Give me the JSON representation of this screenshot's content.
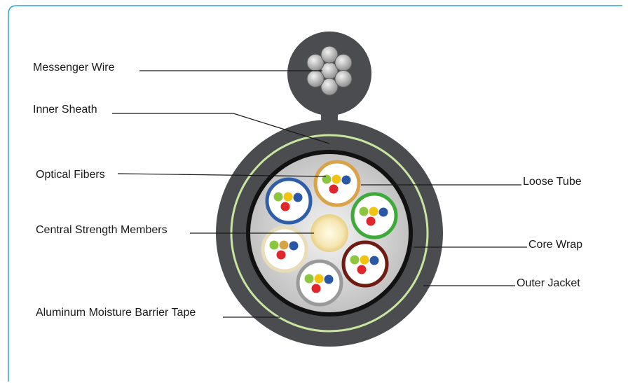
{
  "labels": {
    "messenger_wire": "Messenger Wire",
    "inner_sheath": "Inner Sheath",
    "optical_fibers": "Optical Fibers",
    "central_strength_members": "Central Strength Members",
    "aluminum_tape": "Aluminum Moisture Barrier Tape",
    "loose_tube": "Loose Tube",
    "core_wrap": "Core Wrap",
    "outer_jacket": "Outer Jacket"
  },
  "colors": {
    "frame": "#2aa7d8",
    "jacket": "#4a4c4f",
    "aluminum_stripe": "#c8e6a0",
    "core_wrap": "#111111",
    "core_fill": "#dcdcdc",
    "strength_member": "#f3e6bf",
    "wire_strand": "#d8d8d8",
    "leader_line": "#1a1a1a"
  },
  "tubes": [
    {
      "color": "#2f5ea8",
      "fibers": [
        "#8cc63f",
        "#f2c40f",
        "#2b58a6",
        "#e0262b"
      ]
    },
    {
      "color": "#d9a34a",
      "fibers": [
        "#8cc63f",
        "#f2c40f",
        "#2b58a6",
        "#e0262b"
      ]
    },
    {
      "color": "#3daa3a",
      "fibers": [
        "#8cc63f",
        "#f2c40f",
        "#2b58a6",
        "#e0262b"
      ]
    },
    {
      "color": "#6e1b14",
      "fibers": [
        "#8cc63f",
        "#f2c40f",
        "#2b58a6",
        "#e0262b"
      ]
    },
    {
      "color": "#9a9a9a",
      "fibers": [
        "#8cc63f",
        "#f2c40f",
        "#2b58a6",
        "#e0262b"
      ]
    },
    {
      "color": "#e8ddb8",
      "fibers": [
        "#8cc63f",
        "#d9a34a",
        "#2b58a6",
        "#e0262b"
      ]
    }
  ]
}
